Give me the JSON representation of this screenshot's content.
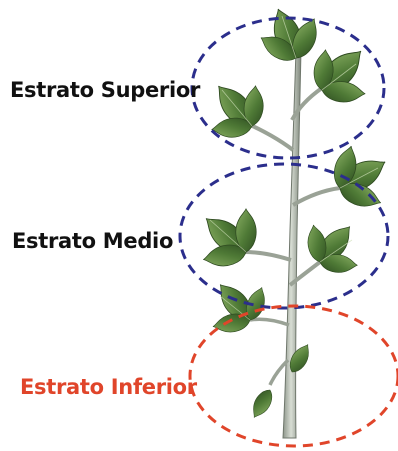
{
  "strata": {
    "superior": {
      "label": "Estrato Superior",
      "color": "#2b2e8c"
    },
    "medio": {
      "label": "Estrato Medio",
      "color": "#2b2e8c"
    },
    "inferior": {
      "label": "Estrato Inferior",
      "color": "#e0452a"
    }
  },
  "plant": {
    "stem_color": "#a9b1a5",
    "leaf_dark": "#3f6a2c",
    "leaf_light": "#7ea45a"
  }
}
